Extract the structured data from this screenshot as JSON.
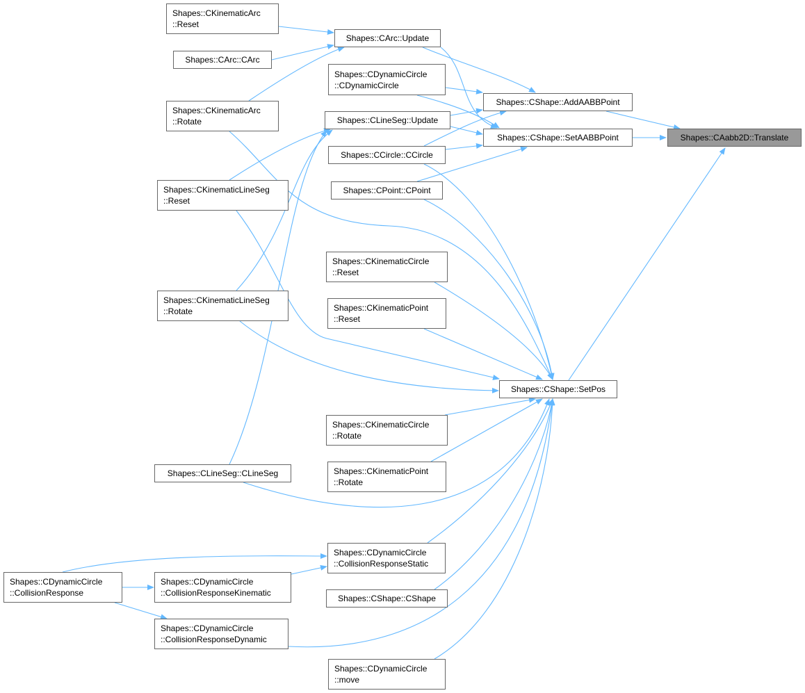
{
  "graph": {
    "edge_color": "#63b8ff",
    "focus_fill": "#999999",
    "nodes": {
      "translate": [
        "Shapes::CAabb2D::Translate"
      ],
      "addaabb": [
        "Shapes::CShape::AddAABBPoint"
      ],
      "setaabb": [
        "Shapes::CShape::SetAABBPoint"
      ],
      "setpos": [
        "Shapes::CShape::SetPos"
      ],
      "arcupdate": [
        "Shapes::CArc::Update"
      ],
      "dyncircle": [
        "Shapes::CDynamicCircle",
        "::CDynamicCircle"
      ],
      "linesegupdate": [
        "Shapes::CLineSeg::Update"
      ],
      "ccircle": [
        "Shapes::CCircle::CCircle"
      ],
      "cpoint": [
        "Shapes::CPoint::CPoint"
      ],
      "kincirclereset": [
        "Shapes::CKinematicCircle",
        "::Reset"
      ],
      "kinpointreset": [
        "Shapes::CKinematicPoint",
        "::Reset"
      ],
      "kincirclerotate": [
        "Shapes::CKinematicCircle",
        "::Rotate"
      ],
      "kinpointrotate": [
        "Shapes::CKinematicPoint",
        "::Rotate"
      ],
      "collstatic": [
        "Shapes::CDynamicCircle",
        "::CollisionResponseStatic"
      ],
      "cshape": [
        "Shapes::CShape::CShape"
      ],
      "move": [
        "Shapes::CDynamicCircle",
        "::move"
      ],
      "kinarcreset": [
        "Shapes::CKinematicArc",
        "::Reset"
      ],
      "carc": [
        "Shapes::CArc::CArc"
      ],
      "kinarcrotate": [
        "Shapes::CKinematicArc",
        "::Rotate"
      ],
      "kinlinereset": [
        "Shapes::CKinematicLineSeg",
        "::Reset"
      ],
      "kinlinerotate": [
        "Shapes::CKinematicLineSeg",
        "::Rotate"
      ],
      "clineseg": [
        "Shapes::CLineSeg::CLineSeg"
      ],
      "collresp": [
        "Shapes::CDynamicCircle",
        "::CollisionResponse"
      ],
      "collkin": [
        "Shapes::CDynamicCircle",
        "::CollisionResponseKinematic"
      ],
      "colldyn": [
        "Shapes::CDynamicCircle",
        "::CollisionResponseDynamic"
      ]
    }
  }
}
